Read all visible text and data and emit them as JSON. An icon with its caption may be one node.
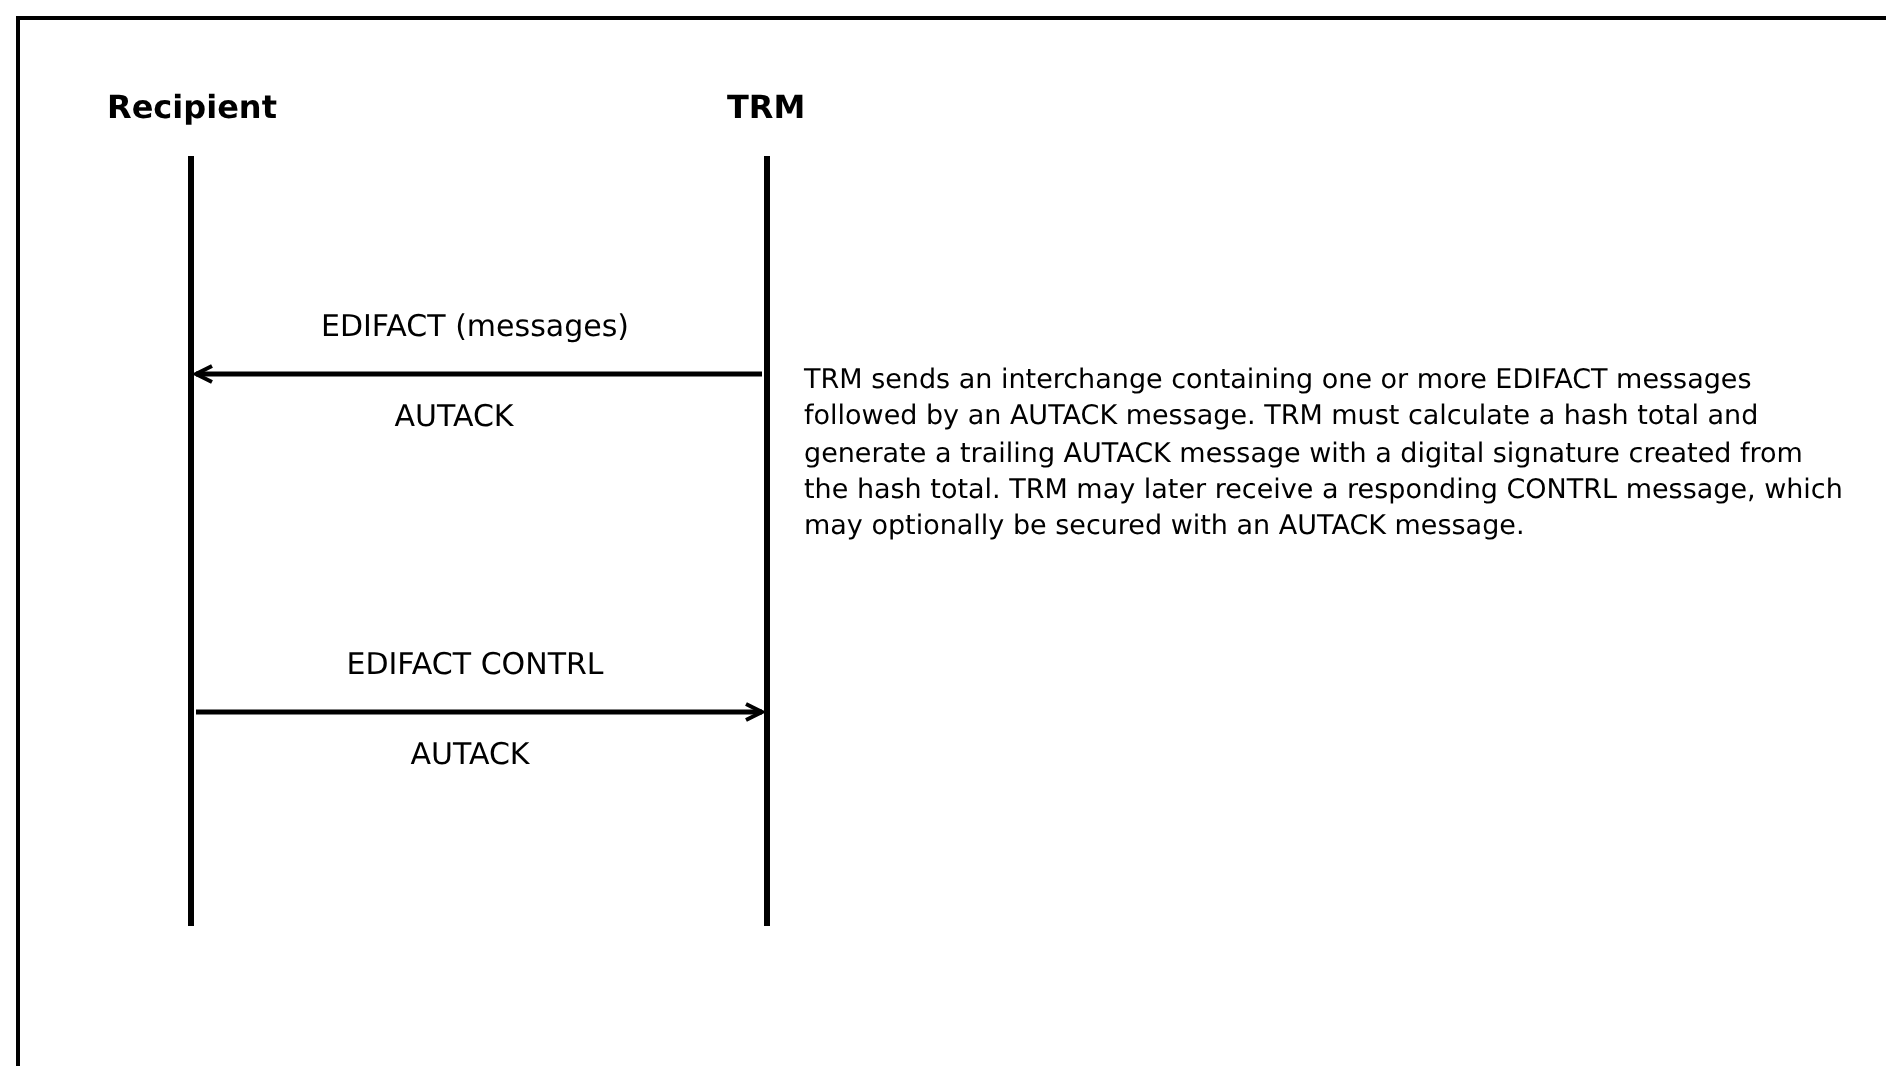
{
  "diagram": {
    "nodes": [
      {
        "text": [
          "Recipient"
        ]
      },
      {
        "text": [
          "TRM"
        ]
      }
    ],
    "edges": [
      {
        "from": 1,
        "to": 0,
        "arrow": "to",
        "label": "EDIFACT (messages)"
      },
      {
        "from": 0,
        "to": 1,
        "arrow": "to",
        "label": "EDIFACT CONTRL"
      }
    ],
    "labels": [
      "AUTACK",
      "AUTACK",
      "TRM sends an interchange containing one or more EDIFACT messages followed by an AUTACK message. TRM must calculate a hash total and generate a trailing AUTACK message with a digital signature created from the hash total. TRM may later receive a responding CONTRL message, which may optionally be secured with an AUTACK message."
    ]
  }
}
